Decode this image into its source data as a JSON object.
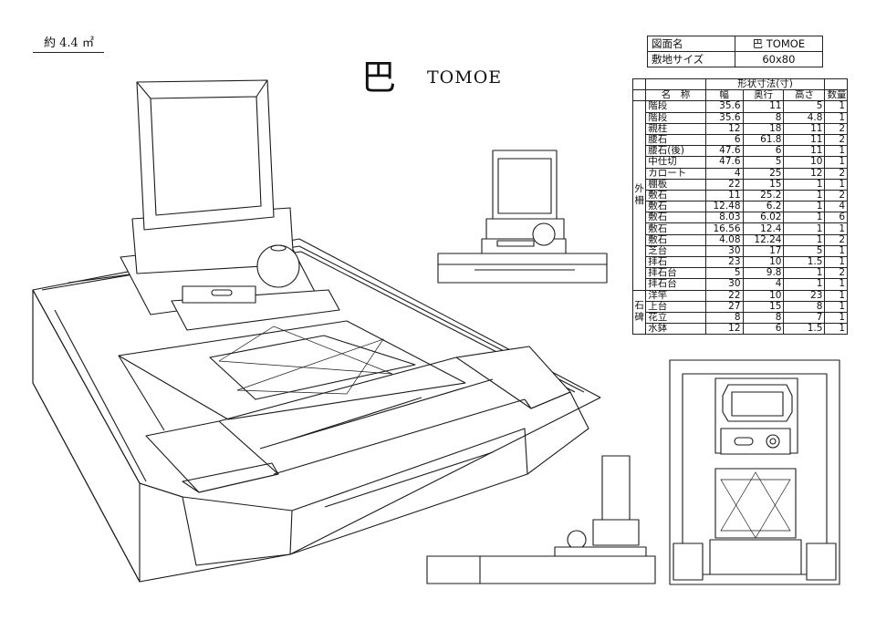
{
  "header": {
    "area_label": "約 4.4 ㎡",
    "title_kanji": "巴",
    "title_roman": "TOMOE"
  },
  "info": [
    {
      "label": "図面名",
      "value": "巴 TOMOE"
    },
    {
      "label": "敷地サイズ",
      "value": "60x80"
    }
  ],
  "spec": {
    "header_group": "形状寸法(寸)",
    "col_name": "名　称",
    "col_width": "幅",
    "col_depth": "奥行",
    "col_height": "高さ",
    "col_qty": "数量",
    "group_outer": "外柵",
    "group_stone": "石碑",
    "outer_rows": [
      {
        "name": "階段",
        "w": "35.6",
        "d": "11",
        "h": "5",
        "q": "1"
      },
      {
        "name": "階段",
        "w": "35.6",
        "d": "8",
        "h": "4.8",
        "q": "1"
      },
      {
        "name": "親柱",
        "w": "12",
        "d": "18",
        "h": "11",
        "q": "2"
      },
      {
        "name": "腰石",
        "w": "6",
        "d": "61.8",
        "h": "11",
        "q": "2"
      },
      {
        "name": "腰石(後)",
        "w": "47.6",
        "d": "6",
        "h": "11",
        "q": "1"
      },
      {
        "name": "中仕切",
        "w": "47.6",
        "d": "5",
        "h": "10",
        "q": "1"
      },
      {
        "name": "カロート",
        "w": "4",
        "d": "25",
        "h": "12",
        "q": "2"
      },
      {
        "name": "棚板",
        "w": "22",
        "d": "15",
        "h": "1",
        "q": "1"
      },
      {
        "name": "敷石",
        "w": "11",
        "d": "25.2",
        "h": "1",
        "q": "2"
      },
      {
        "name": "敷石",
        "w": "12.48",
        "d": "6.2",
        "h": "1",
        "q": "4"
      },
      {
        "name": "敷石",
        "w": "8.03",
        "d": "6.02",
        "h": "1",
        "q": "6"
      },
      {
        "name": "敷石",
        "w": "16.56",
        "d": "12.4",
        "h": "1",
        "q": "1"
      },
      {
        "name": "敷石",
        "w": "4.08",
        "d": "12.24",
        "h": "1",
        "q": "2"
      },
      {
        "name": "芝台",
        "w": "30",
        "d": "17",
        "h": "5",
        "q": "1"
      },
      {
        "name": "拝石",
        "w": "23",
        "d": "10",
        "h": "1.5",
        "q": "1"
      },
      {
        "name": "拝石台",
        "w": "5",
        "d": "9.8",
        "h": "1",
        "q": "2"
      },
      {
        "name": "拝石台",
        "w": "30",
        "d": "4",
        "h": "1",
        "q": "1"
      }
    ],
    "stone_rows": [
      {
        "name": "洋竿",
        "w": "22",
        "d": "10",
        "h": "23",
        "q": "1"
      },
      {
        "name": "上台",
        "w": "27",
        "d": "15",
        "h": "8",
        "q": "1"
      },
      {
        "name": "花立",
        "w": "8",
        "d": "8",
        "h": "7",
        "q": "1"
      },
      {
        "name": "水鉢",
        "w": "12",
        "d": "6",
        "h": "1.5",
        "q": "1"
      }
    ]
  }
}
